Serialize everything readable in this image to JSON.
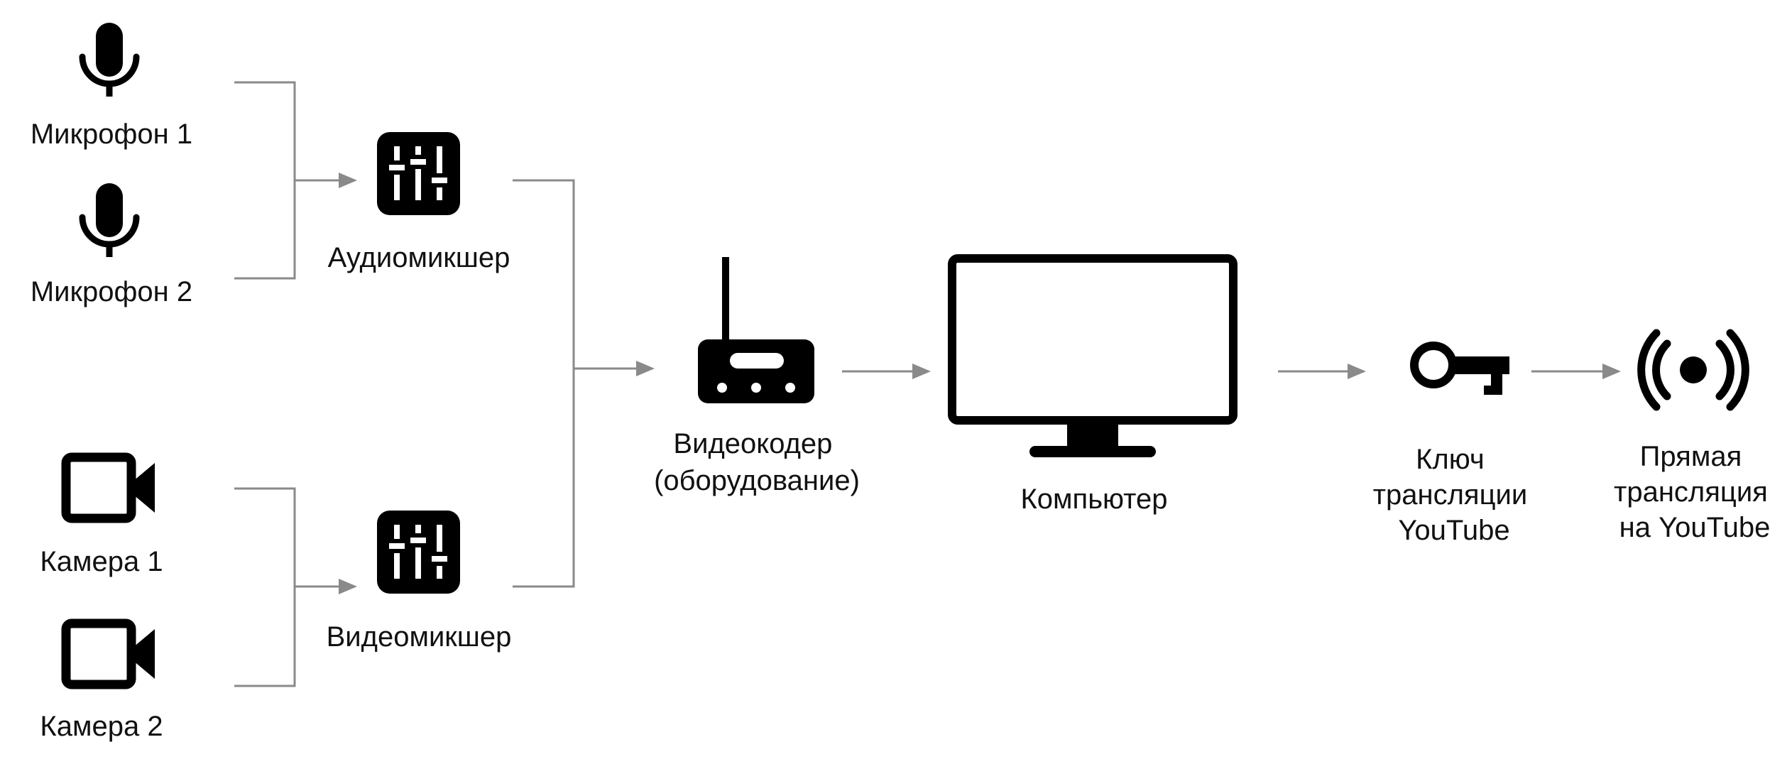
{
  "nodes": {
    "mic1": {
      "label": "Микрофон 1",
      "icon": "microphone-icon"
    },
    "mic2": {
      "label": "Микрофон 2",
      "icon": "microphone-icon"
    },
    "cam1": {
      "label": "Камера 1",
      "icon": "video-camera-icon"
    },
    "cam2": {
      "label": "Камера 2",
      "icon": "video-camera-icon"
    },
    "audio_mixer": {
      "label": "Аудиомикшер",
      "icon": "mixer-sliders-icon"
    },
    "video_mixer": {
      "label": "Видеомикшер",
      "icon": "mixer-sliders-icon"
    },
    "encoder": {
      "lines": [
        "Видеокодер",
        "(оборудование)"
      ],
      "icon": "hardware-encoder-icon"
    },
    "computer": {
      "label": "Компьютер",
      "icon": "monitor-icon"
    },
    "stream_key": {
      "lines": [
        "Ключ",
        "трансляции",
        "YouTube"
      ],
      "icon": "key-icon"
    },
    "live": {
      "lines": [
        "Прямая",
        "трансляция",
        "на YouTube"
      ],
      "icon": "live-broadcast-icon"
    }
  },
  "edges": [
    {
      "from": "mic1",
      "to": "audio_mixer"
    },
    {
      "from": "mic2",
      "to": "audio_mixer"
    },
    {
      "from": "cam1",
      "to": "video_mixer"
    },
    {
      "from": "cam2",
      "to": "video_mixer"
    },
    {
      "from": "audio_mixer",
      "to": "encoder"
    },
    {
      "from": "video_mixer",
      "to": "encoder"
    },
    {
      "from": "encoder",
      "to": "computer"
    },
    {
      "from": "computer",
      "to": "stream_key"
    },
    {
      "from": "stream_key",
      "to": "live"
    }
  ],
  "colors": {
    "connector": "#8a8a8a",
    "icon": "#000000",
    "text": "#111111",
    "background": "#ffffff"
  }
}
